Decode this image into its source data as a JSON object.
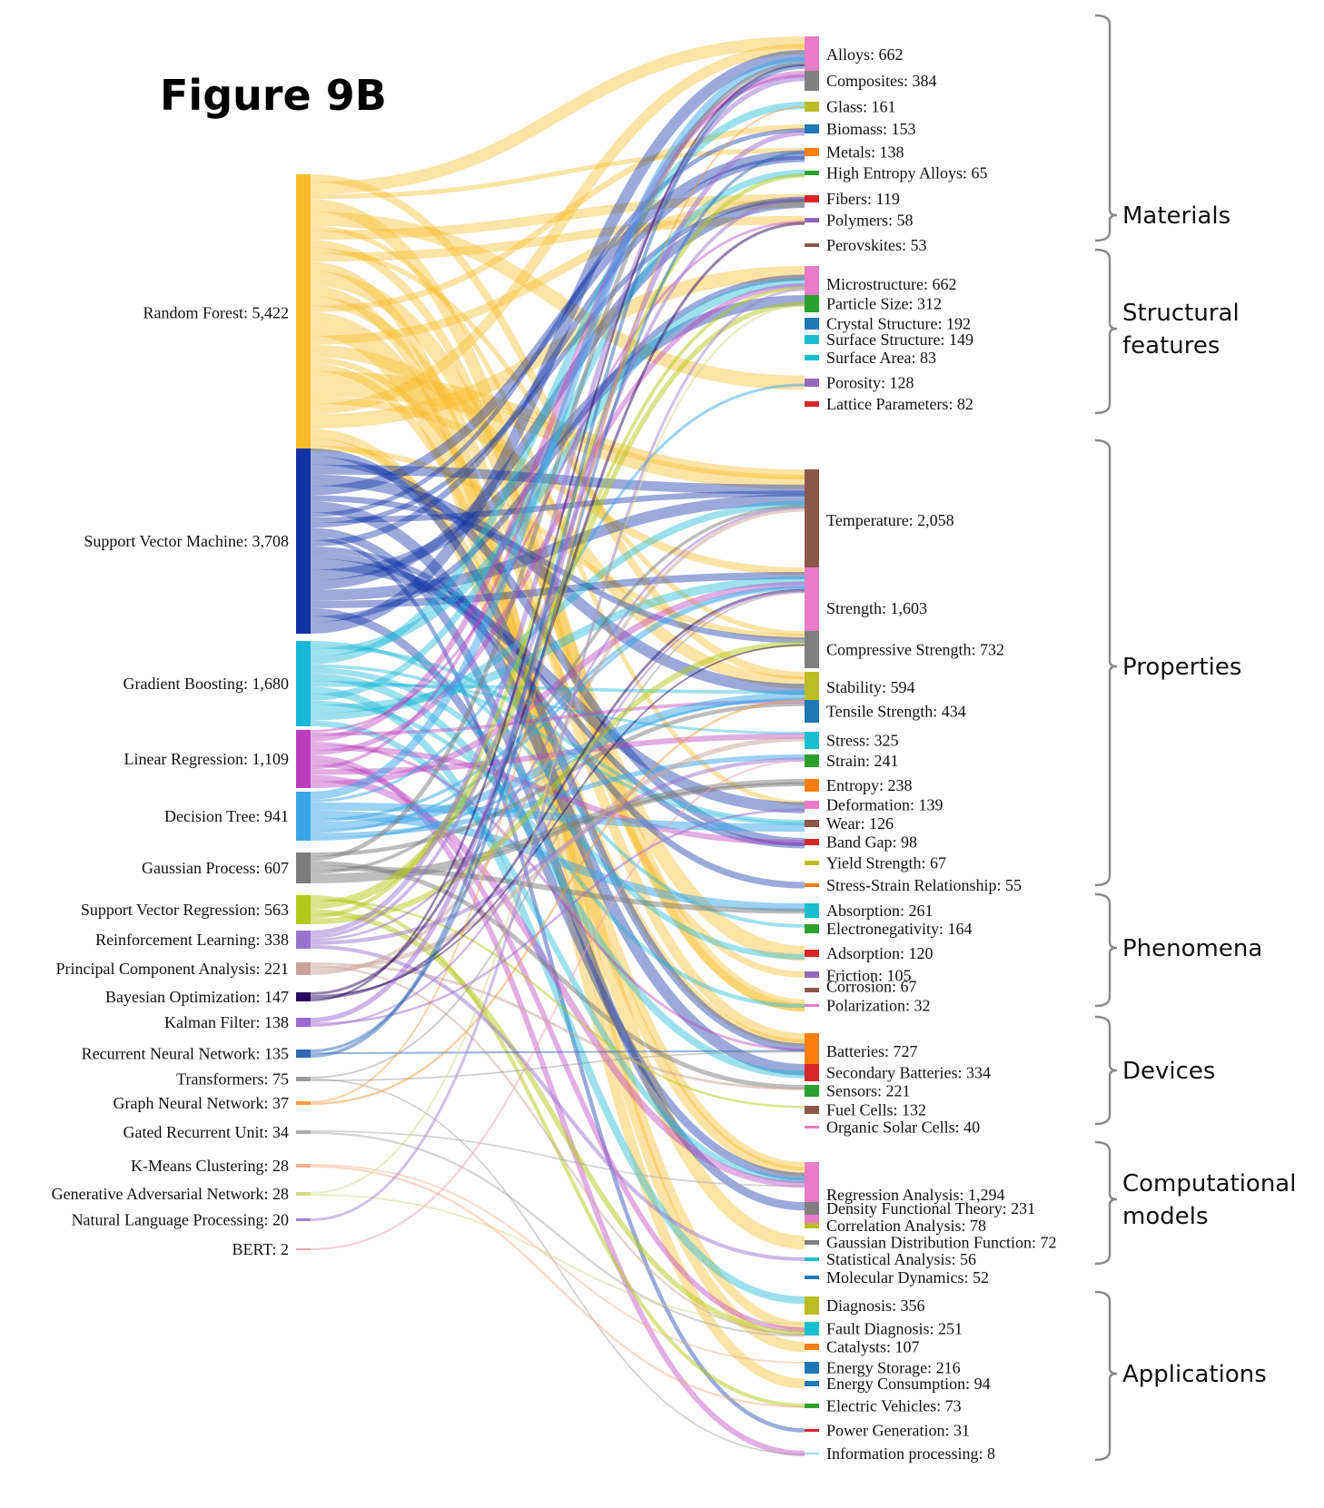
{
  "figure_title": "Figure 9B",
  "left_nodes": [
    {
      "label": "Random Forest: 5,422",
      "value": 5422,
      "color": "#f9bd2b"
    },
    {
      "label": "Support Vector Machine: 3,708",
      "value": 3708,
      "color": "#1034a6"
    },
    {
      "label": "Gradient Boosting: 1,680",
      "value": 1680,
      "color": "#17b7d6"
    },
    {
      "label": "Linear Regression: 1,109",
      "value": 1109,
      "color": "#b93dbd"
    },
    {
      "label": "Decision Tree: 941",
      "value": 941,
      "color": "#3aa6e8"
    },
    {
      "label": "Gaussian Process: 607",
      "value": 607,
      "color": "#7c7c7c"
    },
    {
      "label": "Support Vector Regression: 563",
      "value": 563,
      "color": "#b3c91a"
    },
    {
      "label": "Reinforcement Learning: 338",
      "value": 338,
      "color": "#9a73cf"
    },
    {
      "label": "Principal Component Analysis: 221",
      "value": 221,
      "color": "#c9a39a"
    },
    {
      "label": "Bayesian Optimization: 147",
      "value": 147,
      "color": "#2a0a5e"
    },
    {
      "label": "Kalman Filter: 138",
      "value": 138,
      "color": "#9b6ad0"
    },
    {
      "label": "Recurrent Neural Network: 135",
      "value": 135,
      "color": "#2f6ab3"
    },
    {
      "label": "Transformers: 75",
      "value": 75,
      "color": "#9a9a9a"
    },
    {
      "label": "Graph Neural Network: 37",
      "value": 37,
      "color": "#f59a3c"
    },
    {
      "label": "Gated Recurrent Unit: 34",
      "value": 34,
      "color": "#aaaaaa"
    },
    {
      "label": "K-Means Clustering: 28",
      "value": 28,
      "color": "#f7b090"
    },
    {
      "label": "Generative Adversarial Network: 28",
      "value": 28,
      "color": "#d3d98a"
    },
    {
      "label": "Natural Language Processing: 20",
      "value": 20,
      "color": "#9f86cc"
    },
    {
      "label": "BERT: 2",
      "value": 2,
      "color": "#f0a0b0"
    }
  ],
  "right_nodes": [
    {
      "label": "Alloys: 662",
      "value": 662,
      "color": "#e87cc8"
    },
    {
      "label": "Composites: 384",
      "value": 384,
      "color": "#7f7f7f"
    },
    {
      "label": "Glass: 161",
      "value": 161,
      "color": "#bcbd22"
    },
    {
      "label": "Biomass: 153",
      "value": 153,
      "color": "#1f77b4"
    },
    {
      "label": "Metals: 138",
      "value": 138,
      "color": "#ff7f0e"
    },
    {
      "label": "High Entropy Alloys: 65",
      "value": 65,
      "color": "#2ca02c"
    },
    {
      "label": "Fibers: 119",
      "value": 119,
      "color": "#d62728"
    },
    {
      "label": "Polymers: 58",
      "value": 58,
      "color": "#9467bd"
    },
    {
      "label": "Perovskites: 53",
      "value": 53,
      "color": "#8c564b"
    },
    {
      "label": "Microstructure: 662",
      "value": 662,
      "color": "#e87cc8"
    },
    {
      "label": "Particle Size: 312",
      "value": 312,
      "color": "#2ca02c"
    },
    {
      "label": "Crystal Structure: 192",
      "value": 192,
      "color": "#1f77b4"
    },
    {
      "label": "Surface Structure: 149",
      "value": 149,
      "color": "#17becf"
    },
    {
      "label": "Surface Area: 83",
      "value": 83,
      "color": "#17becf"
    },
    {
      "label": "Porosity: 128",
      "value": 128,
      "color": "#9467bd"
    },
    {
      "label": "Lattice Parameters: 82",
      "value": 82,
      "color": "#d62728"
    },
    {
      "label": "Temperature: 2,058",
      "value": 2058,
      "color": "#8c564b"
    },
    {
      "label": "Strength: 1,603",
      "value": 1603,
      "color": "#e87cc8"
    },
    {
      "label": "Compressive Strength: 732",
      "value": 732,
      "color": "#7f7f7f"
    },
    {
      "label": "Stability: 594",
      "value": 594,
      "color": "#bcbd22"
    },
    {
      "label": "Tensile Strength: 434",
      "value": 434,
      "color": "#1f77b4"
    },
    {
      "label": "Stress: 325",
      "value": 325,
      "color": "#17becf"
    },
    {
      "label": "Strain: 241",
      "value": 241,
      "color": "#2ca02c"
    },
    {
      "label": "Entropy: 238",
      "value": 238,
      "color": "#ff7f0e"
    },
    {
      "label": "Deformation: 139",
      "value": 139,
      "color": "#e87cc8"
    },
    {
      "label": "Wear: 126",
      "value": 126,
      "color": "#8c564b"
    },
    {
      "label": "Band Gap: 98",
      "value": 98,
      "color": "#d62728"
    },
    {
      "label": "Yield Strength: 67",
      "value": 67,
      "color": "#bcbd22"
    },
    {
      "label": "Stress-Strain Relationship: 55",
      "value": 55,
      "color": "#ff7f0e"
    },
    {
      "label": "Absorption: 261",
      "value": 261,
      "color": "#17becf"
    },
    {
      "label": "Electronegativity: 164",
      "value": 164,
      "color": "#2ca02c"
    },
    {
      "label": "Adsorption: 120",
      "value": 120,
      "color": "#d62728"
    },
    {
      "label": "Friction: 105",
      "value": 105,
      "color": "#9467bd"
    },
    {
      "label": "Corrosion: 67",
      "value": 67,
      "color": "#8c564b"
    },
    {
      "label": "Polarization: 32",
      "value": 32,
      "color": "#e87cc8"
    },
    {
      "label": "Batteries: 727",
      "value": 727,
      "color": "#ff7f0e"
    },
    {
      "label": "Secondary Batteries: 334",
      "value": 334,
      "color": "#d62728"
    },
    {
      "label": "Sensors: 221",
      "value": 221,
      "color": "#2ca02c"
    },
    {
      "label": "Fuel Cells: 132",
      "value": 132,
      "color": "#8c564b"
    },
    {
      "label": "Organic Solar Cells: 40",
      "value": 40,
      "color": "#e87cc8"
    },
    {
      "label": "Regression Analysis: 1,294",
      "value": 1294,
      "color": "#e87cc8"
    },
    {
      "label": "Density Functional Theory: 231",
      "value": 231,
      "color": "#7f7f7f"
    },
    {
      "label": "Correlation Analysis: 78",
      "value": 78,
      "color": "#bcbd22"
    },
    {
      "label": "Gaussian Distribution Function: 72",
      "value": 72,
      "color": "#7f7f7f"
    },
    {
      "label": "Statistical Analysis: 56",
      "value": 56,
      "color": "#17becf"
    },
    {
      "label": "Molecular Dynamics: 52",
      "value": 52,
      "color": "#1f77b4"
    },
    {
      "label": "Diagnosis: 356",
      "value": 356,
      "color": "#bcbd22"
    },
    {
      "label": "Fault Diagnosis: 251",
      "value": 251,
      "color": "#17becf"
    },
    {
      "label": "Catalysts: 107",
      "value": 107,
      "color": "#ff7f0e"
    },
    {
      "label": "Energy Storage: 216",
      "value": 216,
      "color": "#1f77b4"
    },
    {
      "label": "Energy Consumption: 94",
      "value": 94,
      "color": "#1f77b4"
    },
    {
      "label": "Electric Vehicles: 73",
      "value": 73,
      "color": "#2ca02c"
    },
    {
      "label": "Power Generation: 31",
      "value": 31,
      "color": "#d62728"
    },
    {
      "label": "Information processing: 8",
      "value": 8,
      "color": "#9edae5"
    }
  ],
  "categories": [
    {
      "lines": [
        "Materials"
      ]
    },
    {
      "lines": [
        "Structural",
        "features"
      ]
    },
    {
      "lines": [
        "Properties"
      ]
    },
    {
      "lines": [
        "Phenomena"
      ]
    },
    {
      "lines": [
        "Devices"
      ]
    },
    {
      "lines": [
        "Computational",
        "models"
      ]
    },
    {
      "lines": [
        "Applications"
      ]
    }
  ]
}
